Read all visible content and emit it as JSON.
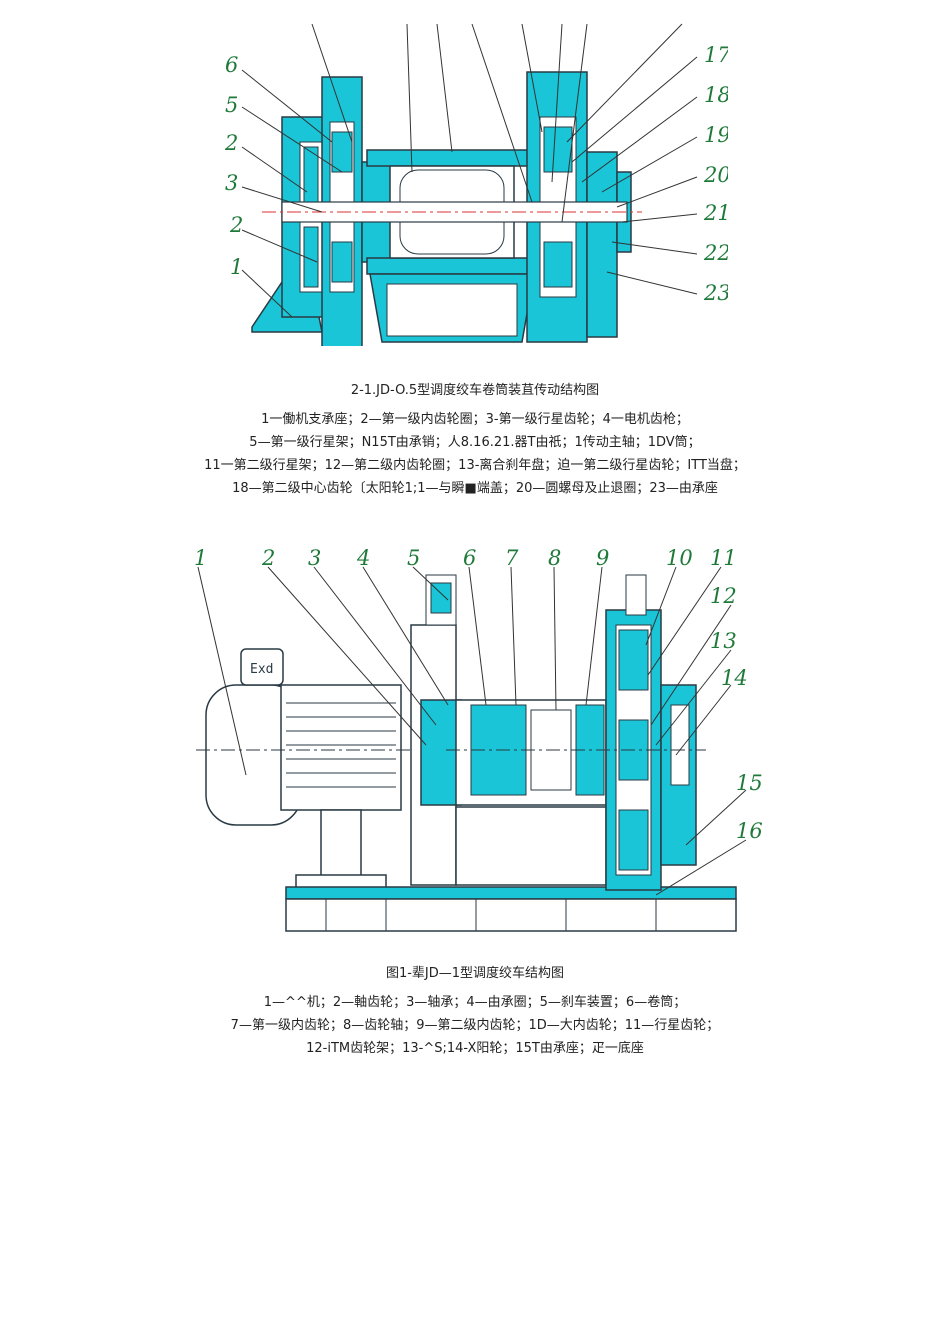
{
  "figure1": {
    "callouts_left": [
      "6",
      "5",
      "2",
      "3",
      "2",
      "1"
    ],
    "callouts_right": [
      "17",
      "18",
      "19",
      "20",
      "21",
      "22",
      "23"
    ],
    "caption": "2-1.JD-O.5型调度绞车卷筒装苴传动结构图",
    "legend": [
      "1一働机支承座；2—第一级内齿轮圈；3-第一级行星齿轮；4一电机齿枪；",
      "5—第一级行星架；N15T由承销；人8.16.21.器T由祇；1传动主轴；1DV筒；",
      "11一第二级行星架；12—第二级内齿轮圈；13-离合刹年盘；迫一第二级行星齿轮；ITT当盘；",
      "18—第二级中心齿轮〔太阳轮1;1—与瞬■端盖；20—圆螺母及止退圈；23—由承座"
    ]
  },
  "figure2": {
    "callouts_top": [
      "1",
      "2",
      "3",
      "4",
      "5",
      "6",
      "7",
      "8",
      "9",
      "10",
      "11"
    ],
    "callouts_right": [
      "12",
      "13",
      "14",
      "15",
      "16"
    ],
    "motor_label": "Exd",
    "caption": "图1-辈JD—1型调度绞车结构图",
    "legend": [
      "1—^^机；2—軸齿轮；3—轴承；4—由承圈；5—刹车装置；6—卷筒；",
      "7—第一级内齿轮；8—齿轮轴；9—第二级内齿轮；1D—大内齿轮；11—行星齿轮；",
      "12-iTM齿轮架；13-^S;14-X阳轮；15T由承座；疋一底座"
    ]
  },
  "colors": {
    "accent": "#19c5d6",
    "outline": "#2a3a44",
    "label": "#1f7a3a",
    "centerline": "#d33"
  }
}
